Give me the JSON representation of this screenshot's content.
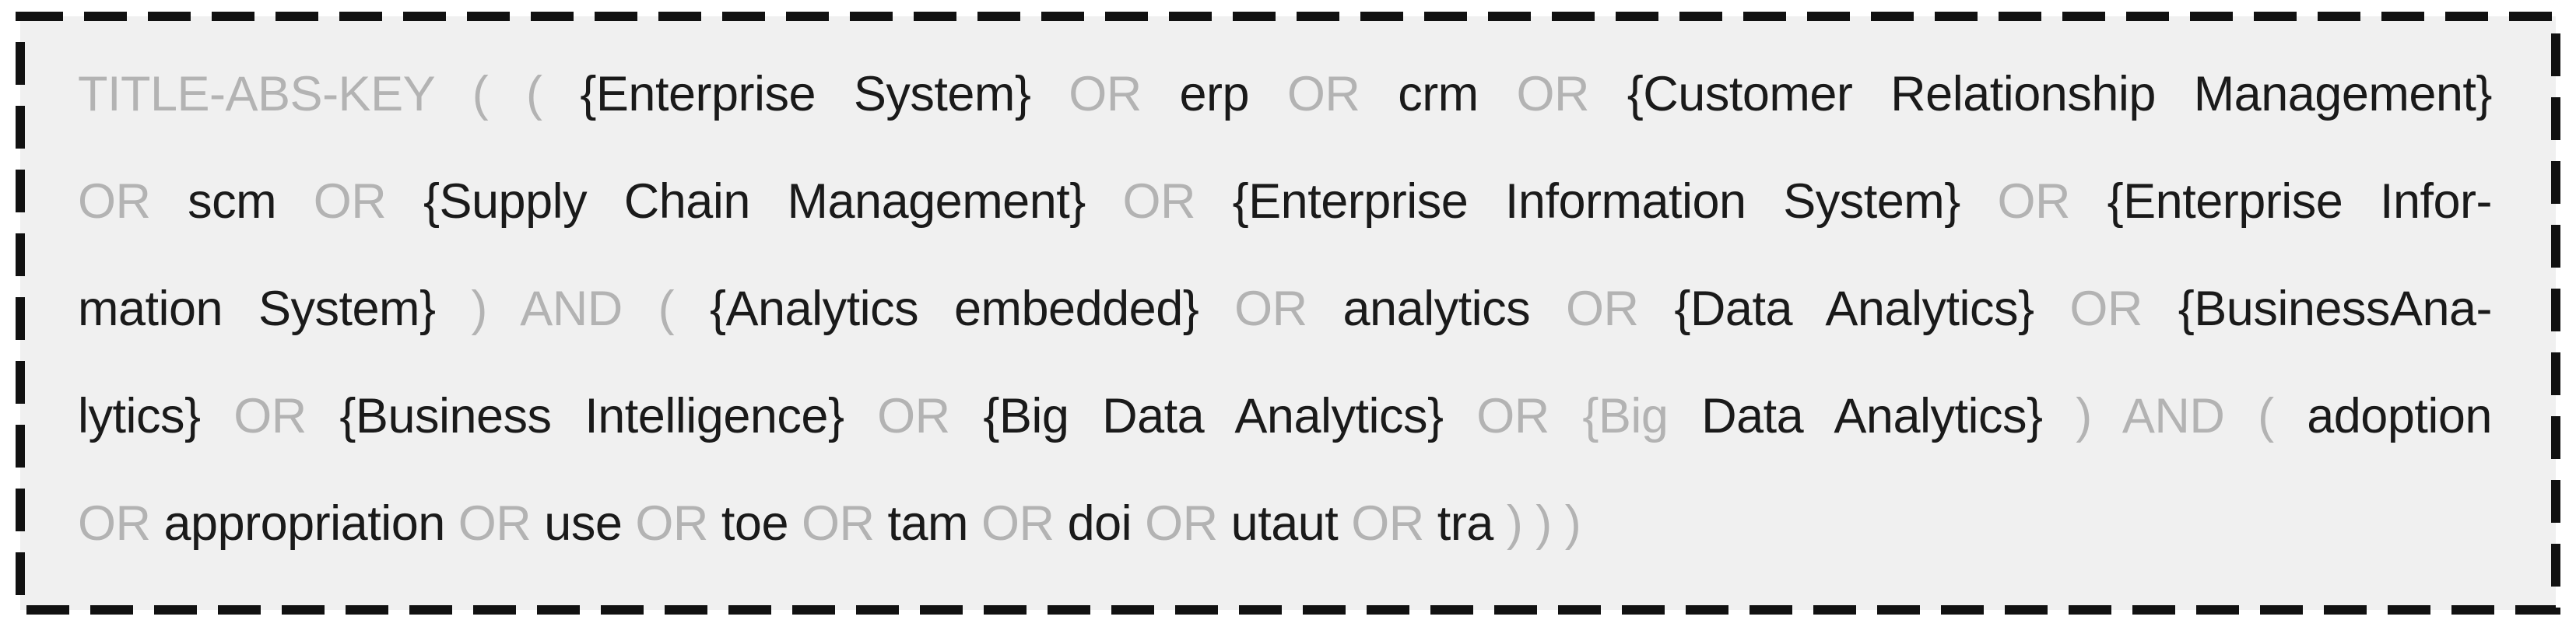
{
  "query": {
    "colors": {
      "page_background": "#ffffff",
      "box_background": "#f0f0f0",
      "border": "#111111",
      "operator_gray": "#b3b3b3",
      "term_black": "#1a1a1a"
    },
    "lines": [
      {
        "justify": true,
        "segments": [
          {
            "role": "operator",
            "text": "TITLE-ABS-KEY ( ( "
          },
          {
            "role": "term",
            "text": "{Enterprise System} "
          },
          {
            "role": "operator",
            "text": "OR "
          },
          {
            "role": "term",
            "text": "erp "
          },
          {
            "role": "operator",
            "text": "OR "
          },
          {
            "role": "term",
            "text": "crm "
          },
          {
            "role": "operator",
            "text": "OR "
          },
          {
            "role": "term",
            "text": "{Customer Relationship Management}"
          }
        ]
      },
      {
        "justify": true,
        "segments": [
          {
            "role": "operator",
            "text": "OR "
          },
          {
            "role": "term",
            "text": "scm "
          },
          {
            "role": "operator",
            "text": "OR "
          },
          {
            "role": "term",
            "text": "{Supply Chain Management} "
          },
          {
            "role": "operator",
            "text": "OR "
          },
          {
            "role": "term",
            "text": "{Enterprise Information System} "
          },
          {
            "role": "operator",
            "text": "OR "
          },
          {
            "role": "term",
            "text": "{Enterprise Infor-"
          }
        ]
      },
      {
        "justify": true,
        "segments": [
          {
            "role": "term",
            "text": "mation System} "
          },
          {
            "role": "operator",
            "text": ") AND ( "
          },
          {
            "role": "term",
            "text": "{Analytics embedded} "
          },
          {
            "role": "operator",
            "text": "OR "
          },
          {
            "role": "term",
            "text": "analytics "
          },
          {
            "role": "operator",
            "text": "OR "
          },
          {
            "role": "term",
            "text": "{Data Analytics} "
          },
          {
            "role": "operator",
            "text": "OR "
          },
          {
            "role": "term",
            "text": "{BusinessAna-"
          }
        ]
      },
      {
        "justify": true,
        "segments": [
          {
            "role": "term",
            "text": "lytics} "
          },
          {
            "role": "operator",
            "text": "OR "
          },
          {
            "role": "term",
            "text": "{Business Intelligence} "
          },
          {
            "role": "operator",
            "text": "OR "
          },
          {
            "role": "term",
            "text": "{Big Data Analytics} "
          },
          {
            "role": "operator",
            "text": "OR {Big "
          },
          {
            "role": "term",
            "text": "Data Analytics} "
          },
          {
            "role": "operator",
            "text": ") AND ( "
          },
          {
            "role": "term",
            "text": "adoption"
          }
        ]
      },
      {
        "justify": false,
        "segments": [
          {
            "role": "operator",
            "text": "OR "
          },
          {
            "role": "term",
            "text": "appropriation "
          },
          {
            "role": "operator",
            "text": "OR "
          },
          {
            "role": "term",
            "text": "use "
          },
          {
            "role": "operator",
            "text": "OR "
          },
          {
            "role": "term",
            "text": "toe "
          },
          {
            "role": "operator",
            "text": "OR "
          },
          {
            "role": "term",
            "text": "tam "
          },
          {
            "role": "operator",
            "text": "OR "
          },
          {
            "role": "term",
            "text": "doi "
          },
          {
            "role": "operator",
            "text": "OR "
          },
          {
            "role": "term",
            "text": "utaut "
          },
          {
            "role": "operator",
            "text": "OR "
          },
          {
            "role": "term",
            "text": "tra "
          },
          {
            "role": "operator",
            "text": ") ) )"
          }
        ]
      }
    ]
  }
}
